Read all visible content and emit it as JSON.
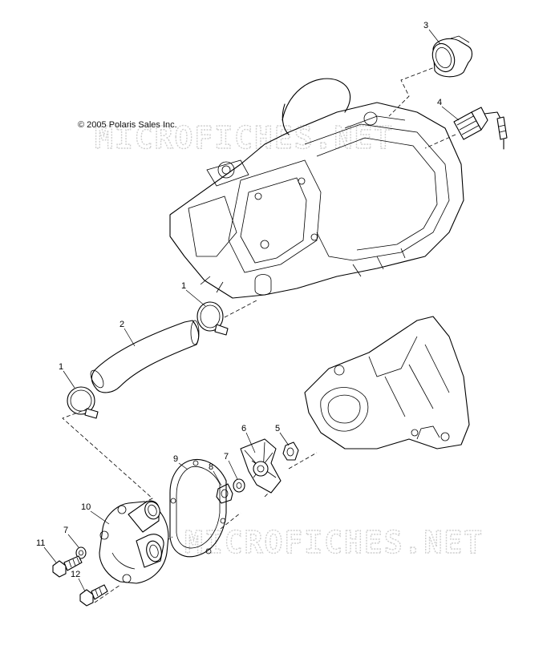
{
  "copyright": "© 2005 Polaris Sales Inc.",
  "watermarks": [
    "MICROFICHES.NET",
    "MICROFICHES.NET"
  ],
  "callouts": [
    {
      "id": "c3",
      "label": "3"
    },
    {
      "id": "c4",
      "label": "4"
    },
    {
      "id": "c1a",
      "label": "1"
    },
    {
      "id": "c2",
      "label": "2"
    },
    {
      "id": "c1b",
      "label": "1"
    },
    {
      "id": "c6",
      "label": "6"
    },
    {
      "id": "c5",
      "label": "5"
    },
    {
      "id": "c9",
      "label": "9"
    },
    {
      "id": "c8",
      "label": "8"
    },
    {
      "id": "c7a",
      "label": "7"
    },
    {
      "id": "c10",
      "label": "10"
    },
    {
      "id": "c7b",
      "label": "7"
    },
    {
      "id": "c11",
      "label": "11"
    },
    {
      "id": "c12",
      "label": "12"
    }
  ]
}
